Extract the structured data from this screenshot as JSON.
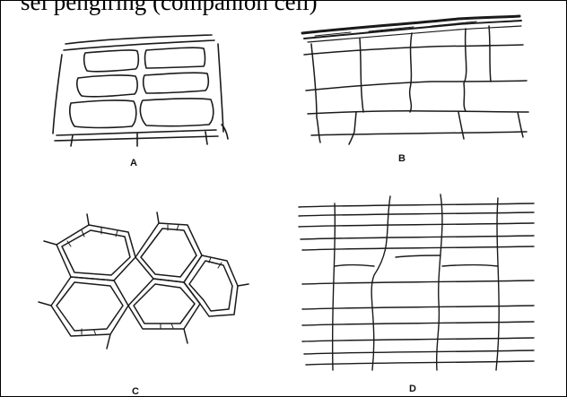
{
  "caption": "sel pengiring (companion cell)",
  "panels": [
    {
      "id": "A",
      "label": "A"
    },
    {
      "id": "B",
      "label": "B"
    },
    {
      "id": "C",
      "label": "C"
    },
    {
      "id": "D",
      "label": "D"
    }
  ]
}
